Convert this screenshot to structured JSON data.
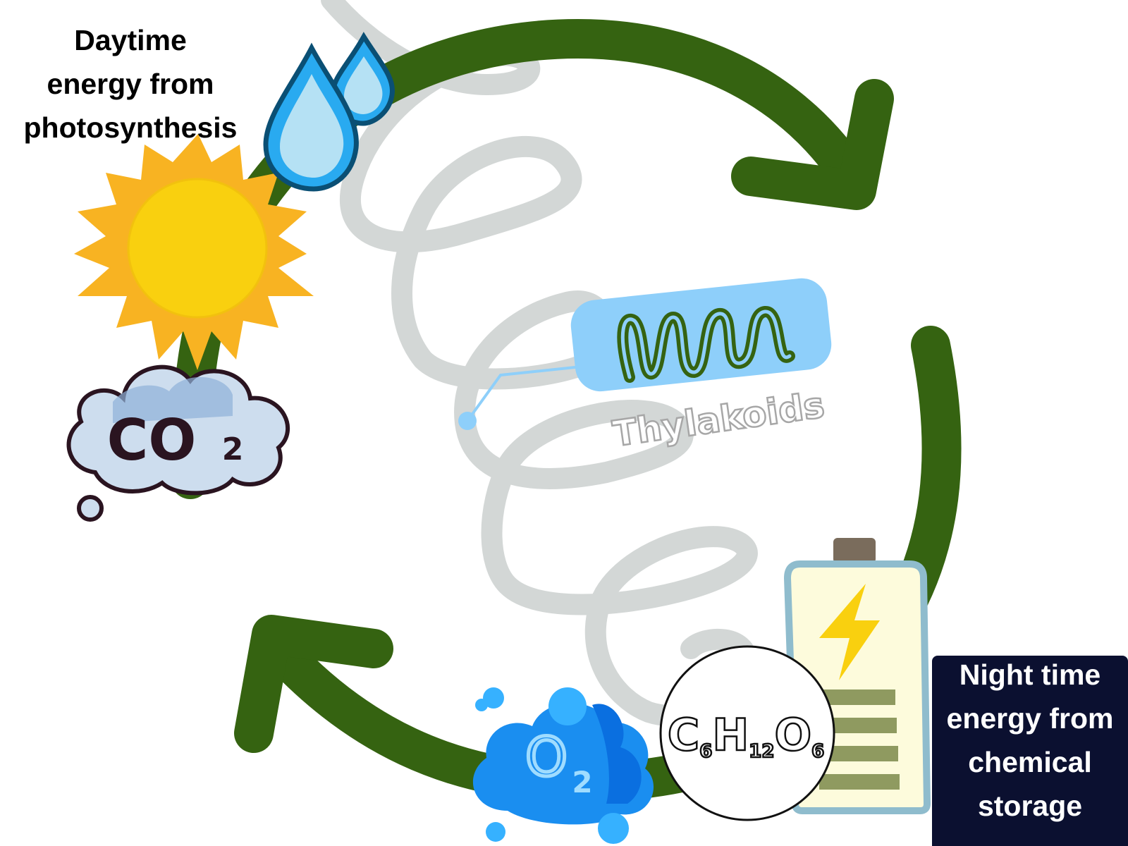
{
  "daytime_label": "Daytime\nenergy from\nphotosynthesis",
  "night_label": "Night time\nenergy from\nchemical\nstorage",
  "thylakoid_label": "Thylakoids",
  "co2": {
    "base": "CO",
    "subscript": "2"
  },
  "o2": {
    "base": "O",
    "subscript": "2"
  },
  "glucose": {
    "parts": [
      "C",
      "6",
      "H",
      "12",
      "O",
      "6"
    ]
  },
  "icons": [
    "sun-icon",
    "water-drops-icon",
    "co2-cloud-icon",
    "o2-cloud-icon",
    "battery-icon",
    "lightning-icon",
    "cycle-arrow-icon",
    "chloroplast-coil-icon",
    "thylakoid-icon"
  ],
  "colors": {
    "arrow_green": "#356311",
    "night_box": "#0b1030",
    "thylakoid_bg": "#8ecffa",
    "sun": "#f9d00f",
    "sun_rays": "#f8b322",
    "coil": "#d3d7d6",
    "water": "#29aaf0",
    "o2_cloud": "#1a8ef0",
    "co2_cloud": "#cdddee",
    "battery_fill": "#fdfbdc",
    "battery_bars": "#8f9a60"
  }
}
